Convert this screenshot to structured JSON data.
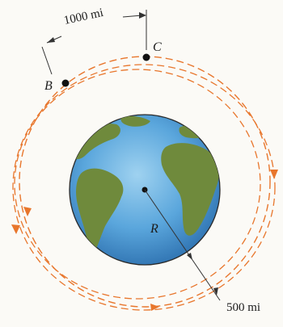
{
  "labels": {
    "point_b": "B",
    "point_c": "C",
    "radius": "R",
    "arc_distance": "1000 mi",
    "altitude": "500 mi"
  },
  "colors": {
    "orbit": "#e8762c",
    "ocean": "#5aa6dc",
    "land": "#6f8a3c",
    "dimension": "#333333",
    "background": "#fbfaf6"
  },
  "icons": {
    "planet": "earth-globe-icon",
    "points": "dot-icon",
    "arrows": "arrow-icon"
  }
}
